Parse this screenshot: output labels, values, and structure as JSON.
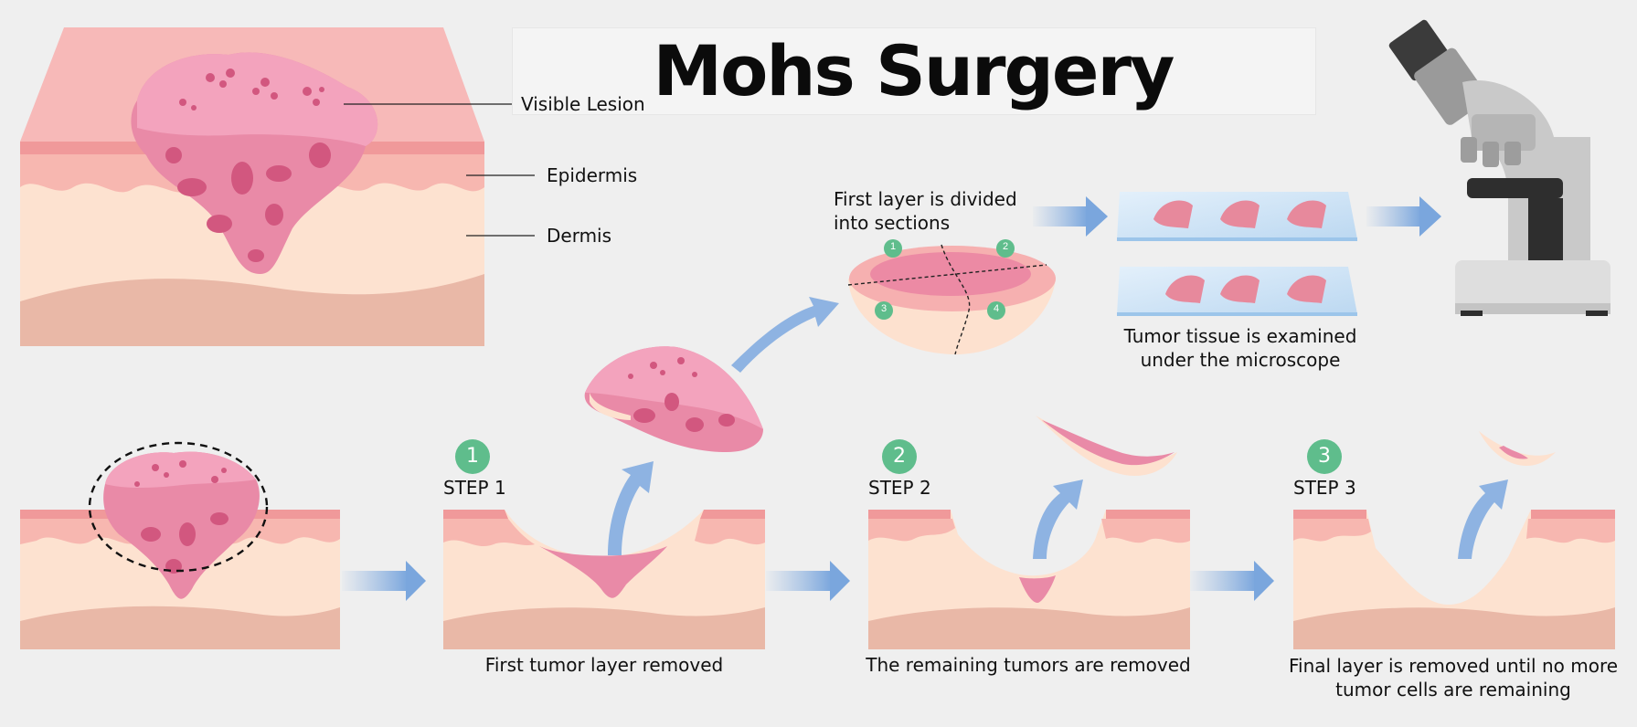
{
  "title": "Mohs Surgery",
  "labels": {
    "visible_lesion": "Visible Lesion",
    "epidermis": "Epidermis",
    "dermis": "Dermis",
    "first_layer_divided": "First layer is divided into sections",
    "tumor_tissue_examined": "Tumor tissue is examined under the microscope"
  },
  "section_numbers": [
    "1",
    "2",
    "3",
    "4"
  ],
  "steps": [
    {
      "number": "1",
      "label": "STEP 1",
      "caption": "First tumor layer removed"
    },
    {
      "number": "2",
      "label": "STEP 2",
      "caption": "The remaining tumors are removed"
    },
    {
      "number": "3",
      "label": "STEP 3",
      "caption": "Final layer is removed until no more tumor cells are remaining"
    }
  ],
  "colors": {
    "background": "#efefef",
    "skin_top": "#f9c1c0",
    "epidermis": "#f4a7a6",
    "dermis": "#fde1cf",
    "subcutis": "#e9b8a7",
    "tumor": "#e97fa0",
    "tumor_dark": "#d2577f",
    "arrow": "#8eb3e2",
    "badge": "#5fbd8c",
    "slide": "#cfe4f5"
  }
}
